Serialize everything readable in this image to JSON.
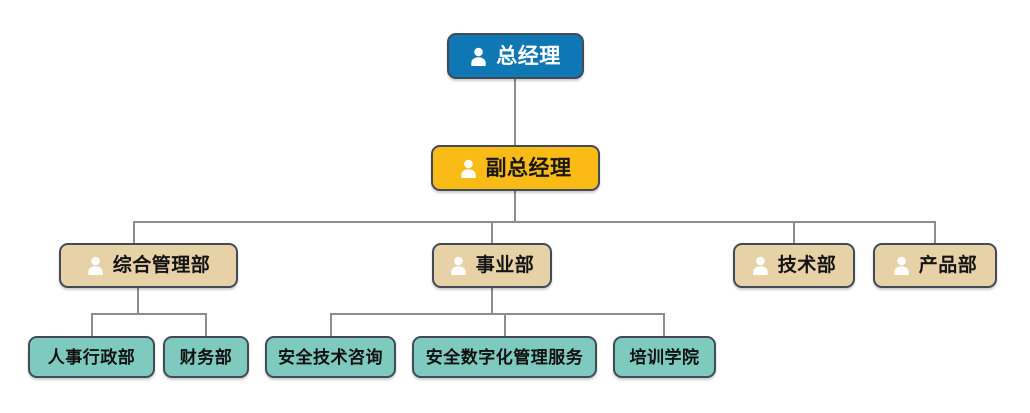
{
  "chart": {
    "type": "org-chart",
    "title": "",
    "background": "#ffffff",
    "connector_color": "#8d8d8d",
    "border_color": "#424a58",
    "levels": [
      {
        "level": 1,
        "accent": "#0f77b4",
        "text_color": "#ffffff",
        "has_icon": true,
        "nodes": [
          {
            "id": "ceo",
            "label": "总经理",
            "icon": "person-icon"
          }
        ]
      },
      {
        "level": 2,
        "accent": "#fbbb16",
        "text_color": "#171717",
        "has_icon": true,
        "nodes": [
          {
            "id": "vice-ceo",
            "label": "副总经理",
            "icon": "person-icon",
            "parent": "ceo"
          }
        ]
      },
      {
        "level": 3,
        "accent": "#e7d2a8",
        "text_color": "#141414",
        "has_icon": true,
        "nodes": [
          {
            "id": "general-management",
            "label": "综合管理部",
            "icon": "person-icon",
            "parent": "vice-ceo"
          },
          {
            "id": "business-division",
            "label": "事业部",
            "icon": "person-icon",
            "parent": "vice-ceo"
          },
          {
            "id": "technology-dept",
            "label": "技术部",
            "icon": "person-icon",
            "parent": "vice-ceo"
          },
          {
            "id": "product-dept",
            "label": "产品部",
            "icon": "person-icon",
            "parent": "vice-ceo"
          }
        ]
      },
      {
        "level": 4,
        "accent": "#7fcabf",
        "text_color": "#111111",
        "has_icon": false,
        "nodes": [
          {
            "id": "hr-admin",
            "label": "人事行政部",
            "parent": "general-management"
          },
          {
            "id": "finance",
            "label": "财务部",
            "parent": "general-management"
          },
          {
            "id": "safety-consulting",
            "label": "安全技术咨询",
            "parent": "business-division"
          },
          {
            "id": "safety-digital-service",
            "label": "安全数字化管理服务",
            "parent": "business-division"
          },
          {
            "id": "training-academy",
            "label": "培训学院",
            "parent": "business-division"
          }
        ]
      }
    ]
  }
}
